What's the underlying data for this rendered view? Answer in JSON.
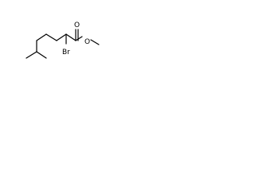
{
  "molecule": {
    "atoms": {
      "oxygen_carbonyl": "O",
      "oxygen_ester": "O",
      "bromine": "Br"
    }
  }
}
